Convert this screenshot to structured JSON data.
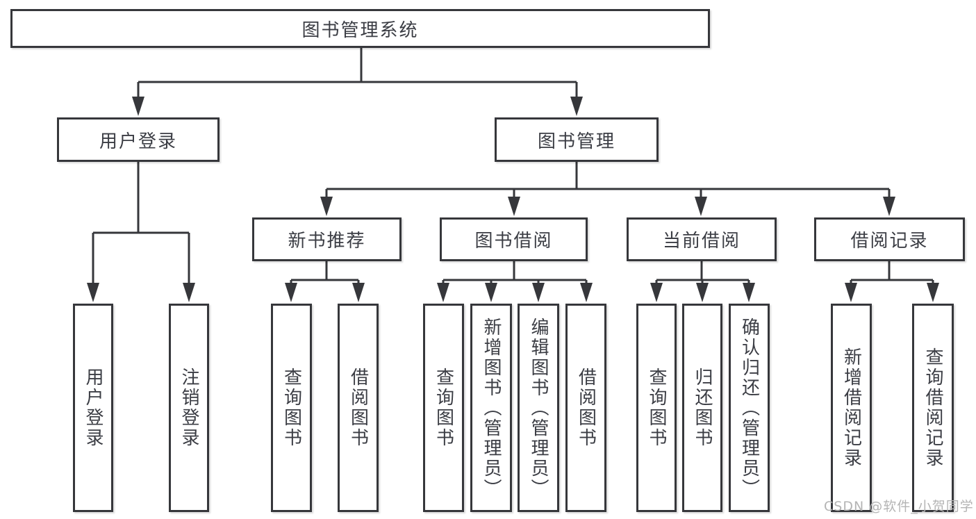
{
  "diagram": {
    "root": {
      "label": "图书管理系统"
    },
    "level1": [
      {
        "label": "用户登录"
      },
      {
        "label": "图书管理"
      }
    ],
    "level2": [
      {
        "label": "新书推荐"
      },
      {
        "label": "图书借阅"
      },
      {
        "label": "当前借阅"
      },
      {
        "label": "借阅记录"
      }
    ],
    "leaves": [
      {
        "label": "用户登录"
      },
      {
        "label": "注销登录"
      },
      {
        "label": "查询图书"
      },
      {
        "label": "借阅图书"
      },
      {
        "label": "查询图书"
      },
      {
        "label": "新增图书（管理员）"
      },
      {
        "label": "编辑图书（管理员）"
      },
      {
        "label": "借阅图书"
      },
      {
        "label": "查询图书"
      },
      {
        "label": "归还图书"
      },
      {
        "label": "确认归还（管理员）"
      },
      {
        "label": "新增借阅记录"
      },
      {
        "label": "查询借阅记录"
      }
    ]
  },
  "watermark": {
    "text": "CSDN @软件_小贺同学"
  },
  "colors": {
    "line": "#36373b",
    "text": "#3b3d44",
    "watermark": "#b4b4b4",
    "background": "#ffffff"
  }
}
